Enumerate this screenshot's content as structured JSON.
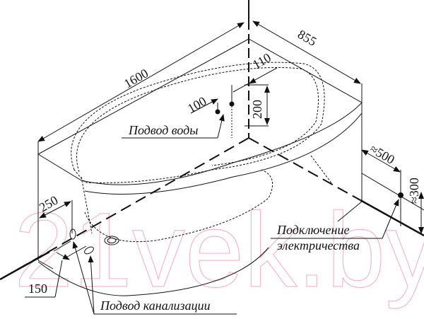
{
  "diagram": {
    "subject": "Asymmetric corner bathtub installation drawing",
    "watermark": "21vek.by",
    "dimensions": {
      "length": "1600",
      "width": "855",
      "water_offset_1": "100",
      "water_offset_2": "110",
      "water_height": "200",
      "drain_offset_left": "250",
      "drain_offset_bottom": "150",
      "electric_offset": "≈500",
      "electric_height": "≈300"
    },
    "labels": {
      "water_supply": "Подвод воды",
      "sewer": "Подвод канализации",
      "electric_line1": "Подключение",
      "electric_line2": "электричества"
    },
    "colors": {
      "line": "#111111",
      "watermark": "#f3b8c8",
      "background": "#ffffff"
    }
  }
}
